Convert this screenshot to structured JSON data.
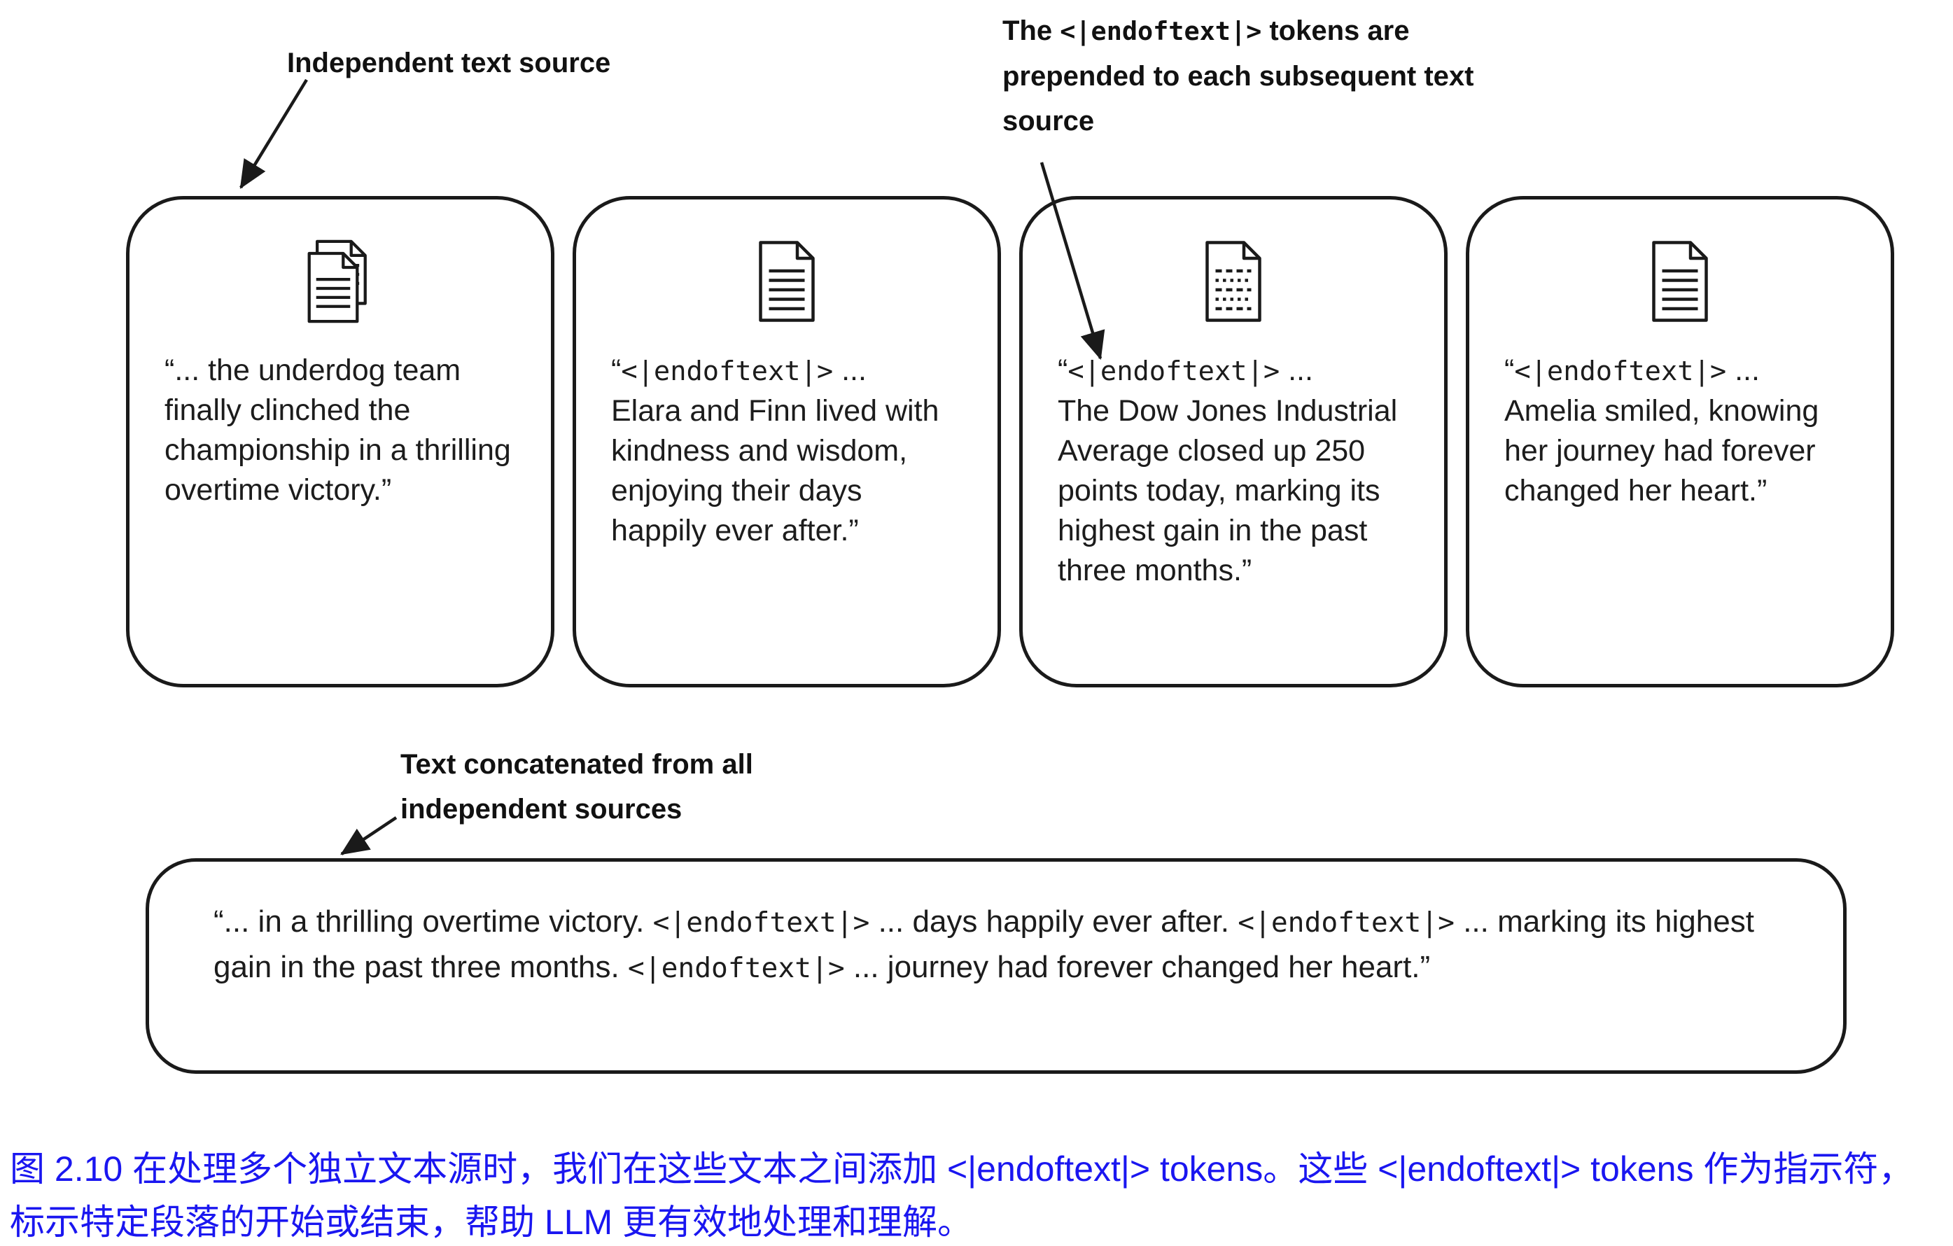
{
  "diagram": {
    "annotations": {
      "independent_source": "Independent text source",
      "prepended": {
        "segments": [
          {
            "text": "The "
          },
          {
            "text": "<|endoftext|>",
            "mono": true
          },
          {
            "text": " tokens are prepended to each subsequent text source"
          }
        ]
      },
      "concatenated": {
        "segments": [
          {
            "text": "Text concatenated from all"
          },
          {
            "br": true
          },
          {
            "text": "independent sources"
          }
        ]
      }
    },
    "cards": [
      {
        "icon": "documents-icon",
        "segments": [
          {
            "text": "“... the underdog team finally clinched the championship in a thrilling overtime victory.”"
          }
        ]
      },
      {
        "icon": "document-icon",
        "segments": [
          {
            "text": "“"
          },
          {
            "text": "<|endoftext|>",
            "mono": true
          },
          {
            "text": " ..."
          },
          {
            "br": true
          },
          {
            "text": "Elara and Finn lived with kindness and wisdom, enjoying their days happily ever after.”"
          }
        ]
      },
      {
        "icon": "document-dashed-icon",
        "segments": [
          {
            "text": "“"
          },
          {
            "text": "<|endoftext|>",
            "mono": true
          },
          {
            "text": " ..."
          },
          {
            "br": true
          },
          {
            "text": "The Dow Jones Industrial Average closed up 250 points today, marking its highest gain in the past three months.”"
          }
        ]
      },
      {
        "icon": "document-icon",
        "segments": [
          {
            "text": "“"
          },
          {
            "text": "<|endoftext|>",
            "mono": true
          },
          {
            "text": " ..."
          },
          {
            "br": true
          },
          {
            "text": "Amelia smiled, knowing her journey had forever changed her heart.”"
          }
        ]
      }
    ],
    "concatenated_box": {
      "segments": [
        {
          "text": "“... in a thrilling overtime victory. "
        },
        {
          "text": "<|endoftext|>",
          "mono": true
        },
        {
          "text": " ... days happily ever after. "
        },
        {
          "text": "<|endoftext|>",
          "mono": true
        },
        {
          "text": " ... marking its highest gain in the past three months. "
        },
        {
          "text": "<|endoftext|>",
          "mono": true
        },
        {
          "text": " ... journey had forever changed her heart.”"
        }
      ]
    }
  },
  "caption": {
    "text": "图 2.10 在处理多个独立文本源时，我们在这些文本之间添加 <|endoftext|> tokens。这些 <|endoftext|> tokens 作为指示符，标示特定段落的开始或结束，帮助 LLM 更有效地处理和理解。"
  },
  "colors": {
    "caption_blue": "#1a16f0",
    "stroke_black": "#1a1a1a"
  }
}
